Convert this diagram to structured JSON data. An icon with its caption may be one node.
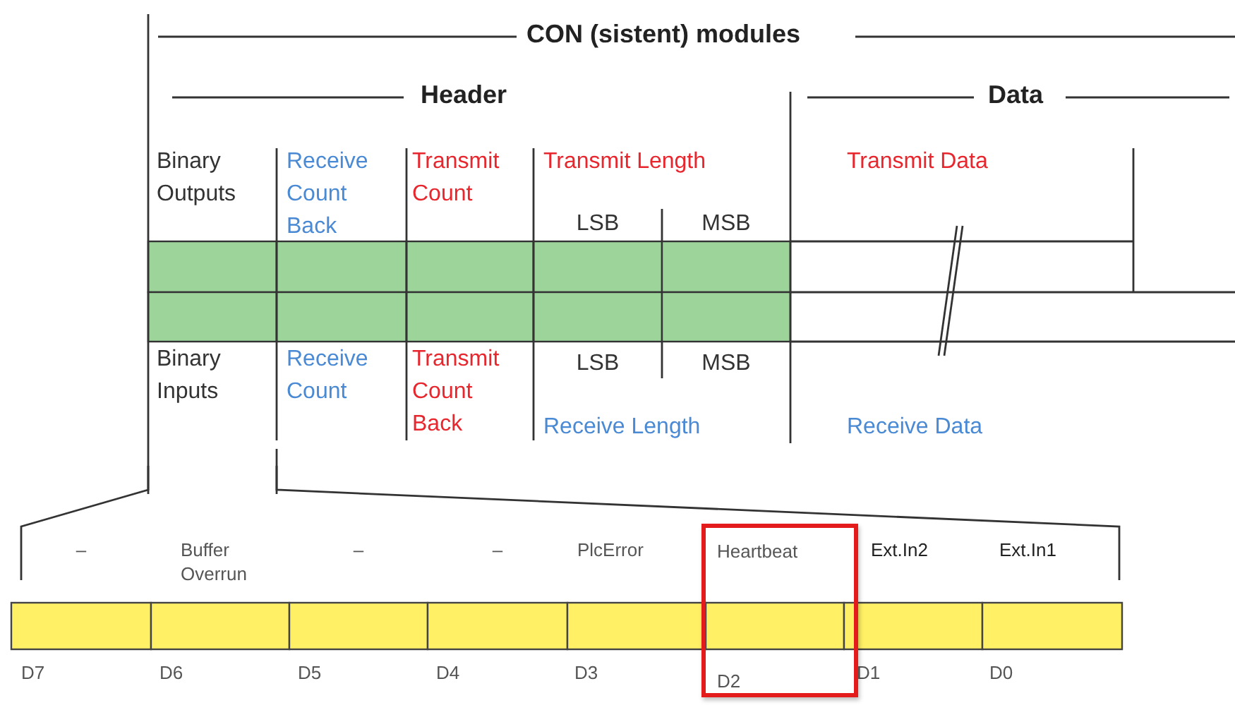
{
  "diagram": {
    "title": "CON (sistent) modules",
    "nodes": [
      {
        "text": [
          "Heartbeat",
          "D2"
        ]
      }
    ],
    "labels": [
      "Header",
      "Data",
      "Binary Outputs",
      "Receive Count Back",
      "Transmit Count",
      "Transmit Length",
      "Transmit Data",
      "LSB",
      "MSB",
      "Binary Inputs",
      "Receive Count",
      "Transmit Count Back",
      "LSB",
      "MSB",
      "Receive Length",
      "Receive Data",
      "–",
      "Buffer Overrun",
      "–",
      "–",
      "PlcError",
      "Ext.In2",
      "Ext.In1",
      "D7",
      "D6",
      "D5",
      "D4",
      "D3",
      "D1",
      "D0"
    ]
  }
}
